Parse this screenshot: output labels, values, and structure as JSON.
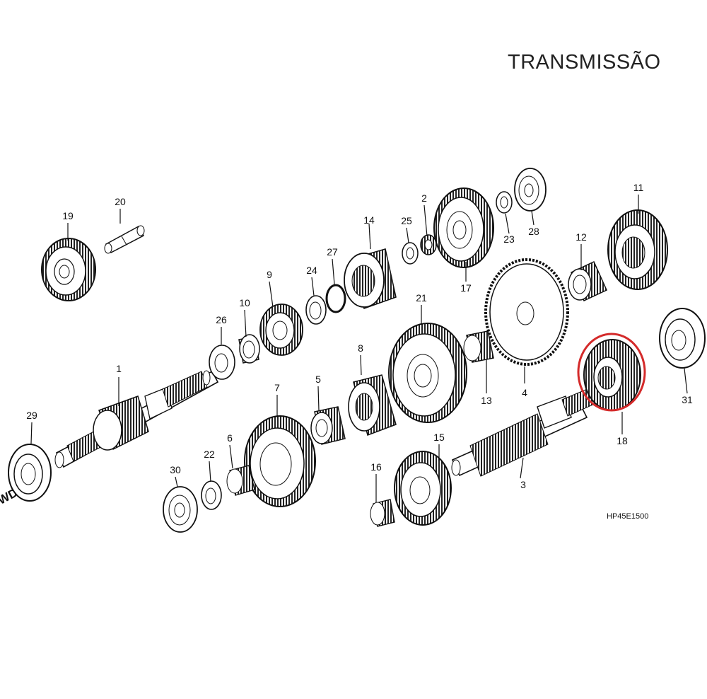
{
  "diagram": {
    "title": "TRANSMISSÃO",
    "drawing_code": "HP45E1500",
    "direction_label": "WD",
    "highlight_color": "#d42a2a",
    "highlighted_part": "18",
    "callouts": [
      "1",
      "2",
      "3",
      "4",
      "5",
      "6",
      "7",
      "8",
      "9",
      "10",
      "11",
      "12",
      "13",
      "14",
      "15",
      "16",
      "17",
      "18",
      "19",
      "20",
      "21",
      "22",
      "23",
      "24",
      "25",
      "26",
      "27",
      "28",
      "29",
      "30",
      "31"
    ]
  }
}
